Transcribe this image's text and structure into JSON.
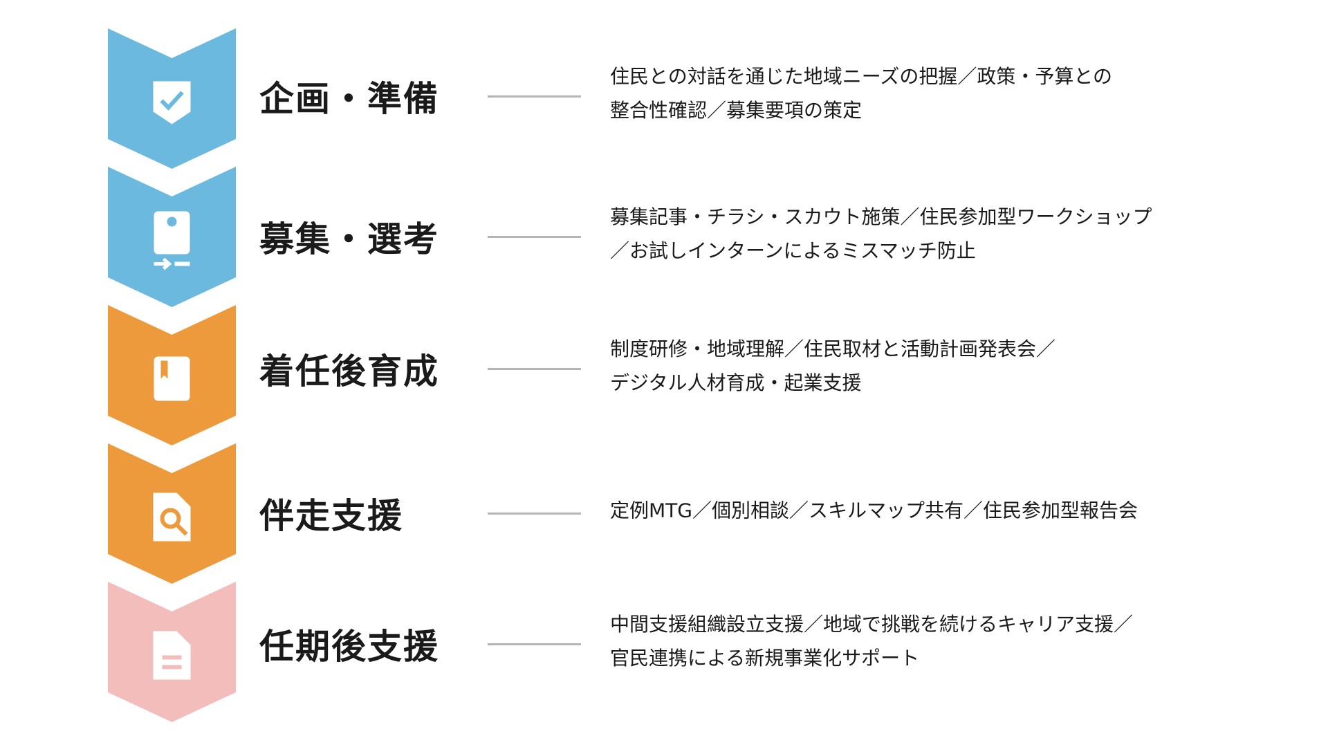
{
  "colors": {
    "blue": "#6bb9de",
    "orange": "#ed9a3d",
    "pink": "#f2bdbb"
  },
  "steps": [
    {
      "title": "企画・準備",
      "icon": "shield-check-icon",
      "color": "#6bb9de",
      "desc": [
        "住民との対話を通じた地域ニーズの把握／政策・予算との",
        "整合性確認／募集要項の策定"
      ]
    },
    {
      "title": "募集・選考",
      "icon": "id-card-transfer-icon",
      "color": "#6bb9de",
      "desc": [
        "募集記事・チラシ・スカウト施策／住民参加型ワークショップ",
        "／お試しインターンによるミスマッチ防止"
      ]
    },
    {
      "title": "着任後育成",
      "icon": "bookmark-book-icon",
      "color": "#ed9a3d",
      "desc": [
        "制度研修・地域理解／住民取材と活動計画発表会／",
        "デジタル人材育成・起業支援"
      ]
    },
    {
      "title": "伴走支援",
      "icon": "document-search-icon",
      "color": "#ed9a3d",
      "desc": [
        "定例MTG／個別相談／スキルマップ共有／住民参加型報告会"
      ]
    },
    {
      "title": "任期後支援",
      "icon": "document-icon",
      "color": "#f2bdbb",
      "desc": [
        "中間支援組織設立支援／地域で挑戦を続けるキャリア支援／",
        "官民連携による新規事業化サポート"
      ]
    }
  ]
}
